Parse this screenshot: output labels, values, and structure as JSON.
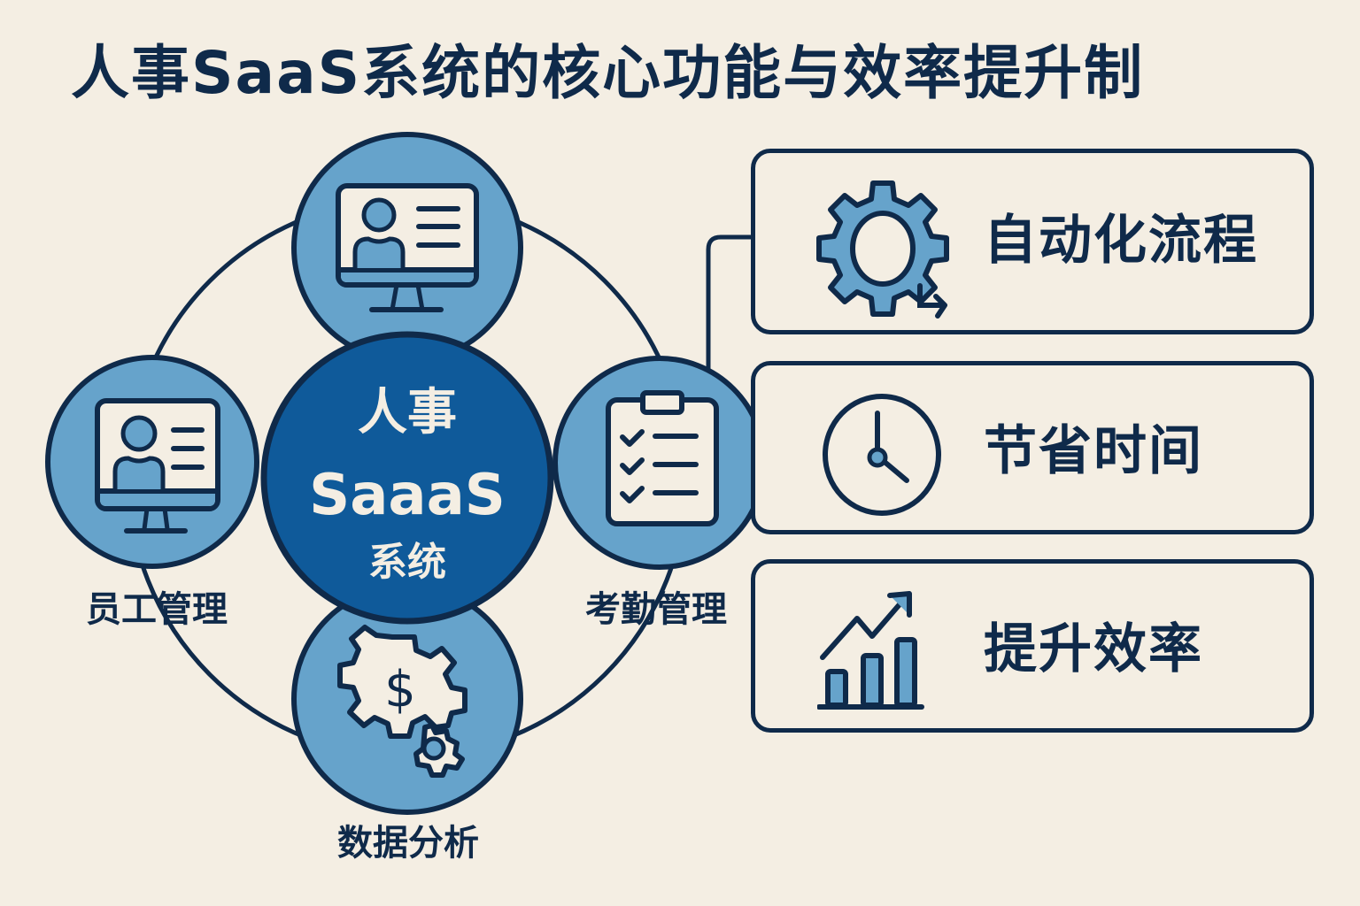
{
  "title": "人事SaaS系统的核心功能与效率提升制",
  "hub": {
    "line1": "人事",
    "line2": "SaaaS",
    "line3": "系统"
  },
  "modules": [
    {
      "label": "",
      "icon": "monitor-profile-icon",
      "position": "top"
    },
    {
      "label": "员工管理",
      "icon": "monitor-profile-icon",
      "position": "left"
    },
    {
      "label": "考勤管理",
      "icon": "clipboard-checklist-icon",
      "position": "right"
    },
    {
      "label": "数据分析",
      "icon": "gear-dollar-icon",
      "position": "bottom"
    }
  ],
  "benefits": [
    {
      "label": "自动化流程",
      "icon": "gear-arrow-icon"
    },
    {
      "label": "节省时间",
      "icon": "clock-icon"
    },
    {
      "label": "提升效率",
      "icon": "growth-chart-icon"
    }
  ],
  "colors": {
    "background": "#f4eee3",
    "navy": "#0f2a4a",
    "hub_blue": "#0f5a9a",
    "module_blue": "#66a3cb",
    "light": "#f4eee3"
  }
}
